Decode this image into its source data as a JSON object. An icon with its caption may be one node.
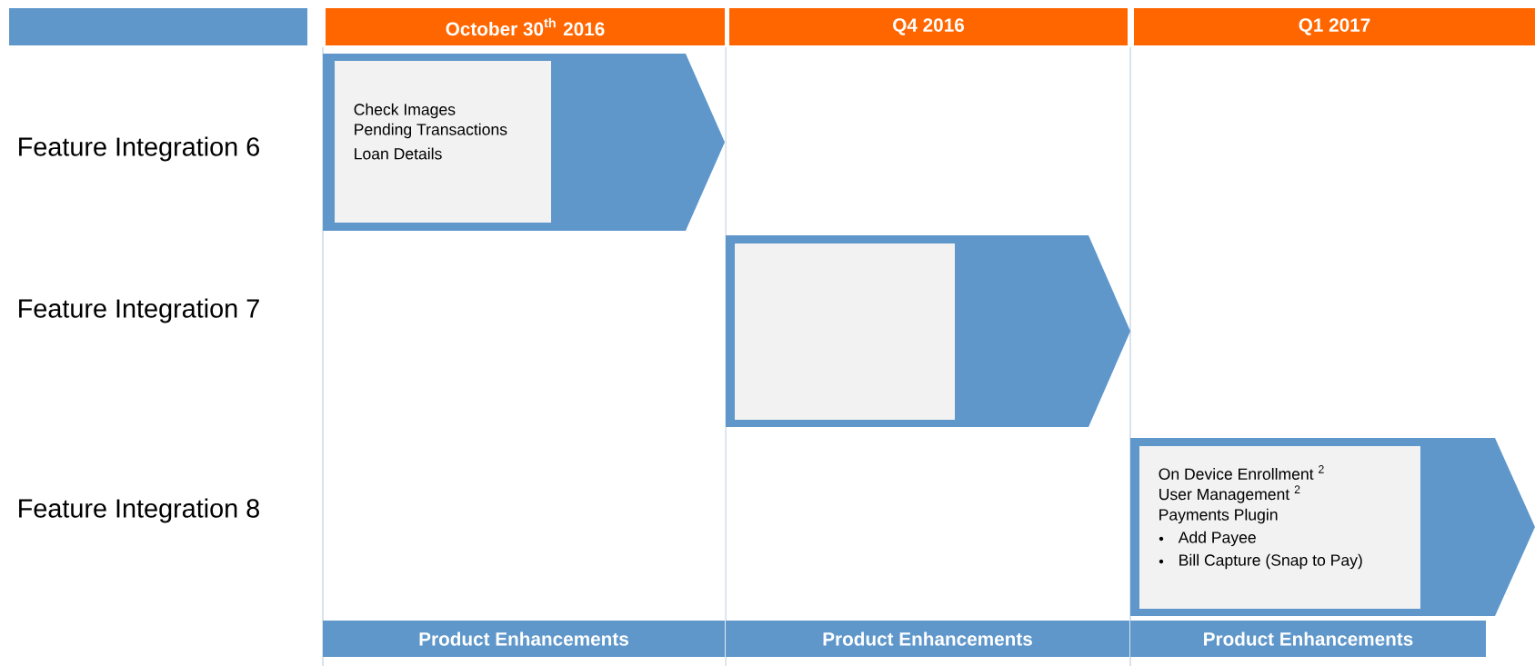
{
  "diagram": {
    "nodes": [
      {
        "text": [],
        "shape": "bar"
      },
      {
        "text": [
          "October 30$^{th}$ 2016"
        ]
      },
      {
        "text": [
          "Q4 2016"
        ]
      },
      {
        "text": [
          "Q1 2017"
        ]
      },
      {
        "text": [],
        "shape": "arrow"
      },
      {
        "text": [
          "Check Images",
          "Pending Transactions",
          "Loan Details"
        ],
        "in": 4
      },
      {
        "text": [],
        "shape": "arrow"
      },
      {
        "text": [],
        "shape": "box",
        "in": 6
      },
      {
        "text": [],
        "shape": "arrow"
      },
      {
        "text": [
          "On Device Enrollment $^{2}$",
          "User Management $^{2}$",
          "Payments Plugin",
          "Add Payee",
          "Bill Capture (Snap to Pay)"
        ],
        "in": 8
      },
      {
        "text": [
          "Product Enhancements"
        ]
      },
      {
        "text": [
          "Product Enhancements"
        ]
      },
      {
        "text": [
          "Product Enhancements"
        ]
      }
    ],
    "labels": [
      "Feature Integration 6",
      "Feature Integration 7",
      "Feature Integration 8"
    ]
  }
}
